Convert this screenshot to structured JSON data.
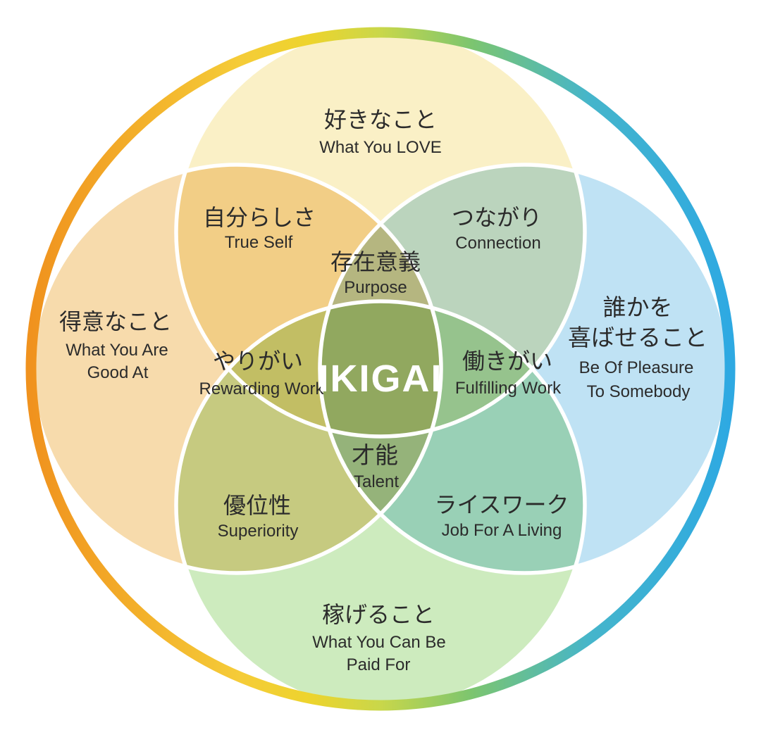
{
  "colors": {
    "background": "#FFFFFF",
    "disc": "#FFFFFF",
    "text": "#2B2B2B",
    "center_text": "#FFFFFF",
    "circles": {
      "love": "#FAF0C6",
      "good_at": "#F7DBAC",
      "pleasure": "#BFE2F4",
      "paid_for": "#CDEBBE"
    },
    "ring_gradient": [
      "#F0921E",
      "#F3B12B",
      "#F5CC38",
      "#EDD42D",
      "#C9D74A",
      "#7CC56F",
      "#45B5CB",
      "#2EA9E2"
    ]
  },
  "regions": {
    "center": {
      "label": "IKIGAI"
    },
    "love": {
      "jp": "好きなこと",
      "en": "What You LOVE"
    },
    "good_at": {
      "jp": "得意なこと",
      "en_line1": "What You Are",
      "en_line2": "Good At"
    },
    "pleasure": {
      "jp_line1": "誰かを",
      "jp_line2": "喜ばせること",
      "en_line1": "Be Of Pleasure",
      "en_line2": "To Somebody"
    },
    "paid_for": {
      "jp": "稼げること",
      "en_line1": "What You Can Be",
      "en_line2": "Paid For"
    },
    "true_self": {
      "jp": "自分らしさ",
      "en": "True Self"
    },
    "connection": {
      "jp": "つながり",
      "en": "Connection"
    },
    "superiority": {
      "jp": "優位性",
      "en": "Superiority"
    },
    "rice_work": {
      "jp": "ライスワーク",
      "en": "Job For A Living"
    },
    "purpose": {
      "jp": "存在意義",
      "en": "Purpose"
    },
    "rewarding_work": {
      "jp": "やりがい",
      "en": "Rewarding Work"
    },
    "fulfilling_work": {
      "jp": "働きがい",
      "en": "Fulfilling Work"
    },
    "talent": {
      "jp": "才能",
      "en": "Talent"
    }
  }
}
